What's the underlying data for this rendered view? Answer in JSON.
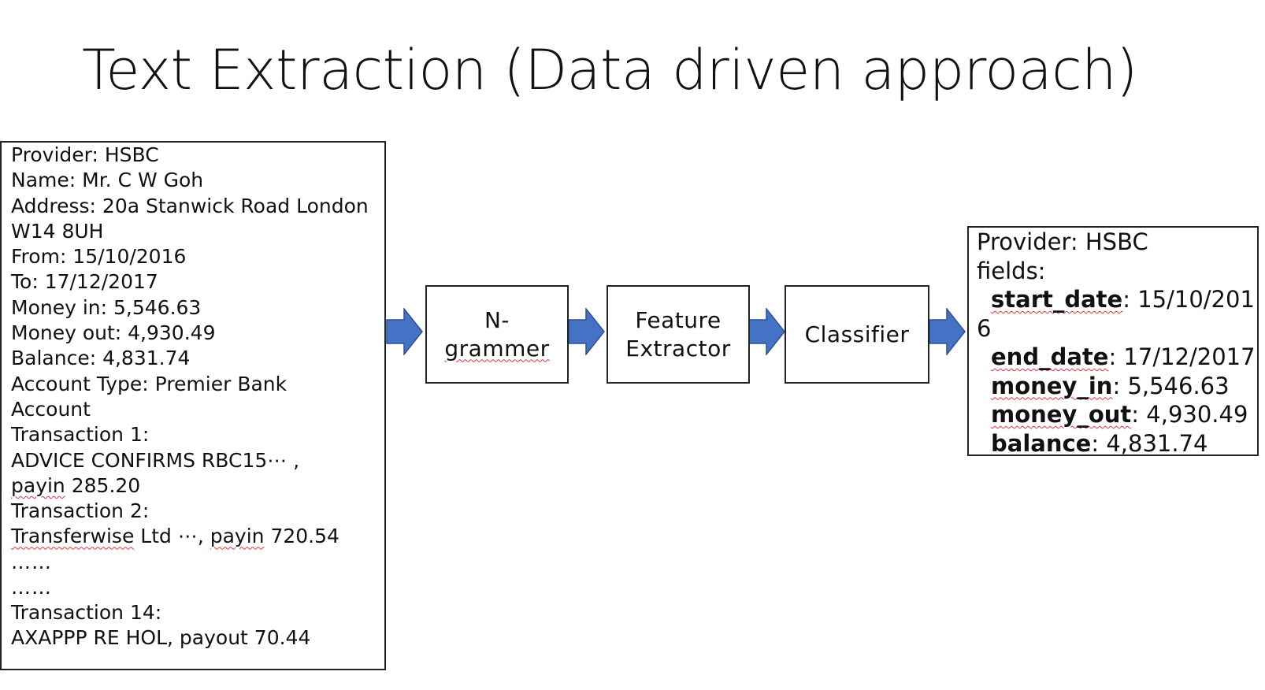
{
  "title": "Text Extraction (Data driven approach)",
  "input": {
    "lines": [
      "Provider: HSBC",
      "Name: Mr. C W Goh",
      "Address: 20a Stanwick Road London",
      "W14 8UH",
      "From: 15/10/2016",
      "To: 17/12/2017",
      "Money in: 5,546.63",
      "Money out: 4,930.49",
      "Balance: 4,831.74",
      "Account Type: Premier Bank",
      "Account",
      "Transaction 1:",
      "ADVICE CONFIRMS RBC15⋯  ,",
      "payin",
      " 285.20",
      "Transaction 2:",
      "Transferwise",
      " Ltd ⋯, ",
      "payin",
      " 720.54",
      "……",
      "……",
      "Transaction 14:",
      "AXAPPP RE HOL, payout 70.44"
    ]
  },
  "steps": {
    "ngrammer_line1": "N-",
    "ngrammer_line2": "grammer",
    "feature_line1": "Feature",
    "feature_line2": "Extractor",
    "classifier": "Classifier"
  },
  "output": {
    "provider": "Provider: HSBC",
    "fields_label": "fields:",
    "start_date_key": "start_date",
    "start_date_val": ": 15/10/201",
    "start_date_wrap": "6",
    "end_date_key": "end_date",
    "end_date_val": ": 17/12/2017",
    "money_in_key": "money_in",
    "money_in_val": ": 5,546.63",
    "money_out_key": "money_out",
    "money_out_val": ": 4,930.49",
    "balance_key": "balance",
    "balance_val": ": 4,831.74"
  },
  "colors": {
    "arrow_fill": "#4472c4",
    "arrow_stroke": "#2f528f",
    "spellcheck": "#d9363e"
  },
  "icons": [
    "right-arrow-icon"
  ]
}
